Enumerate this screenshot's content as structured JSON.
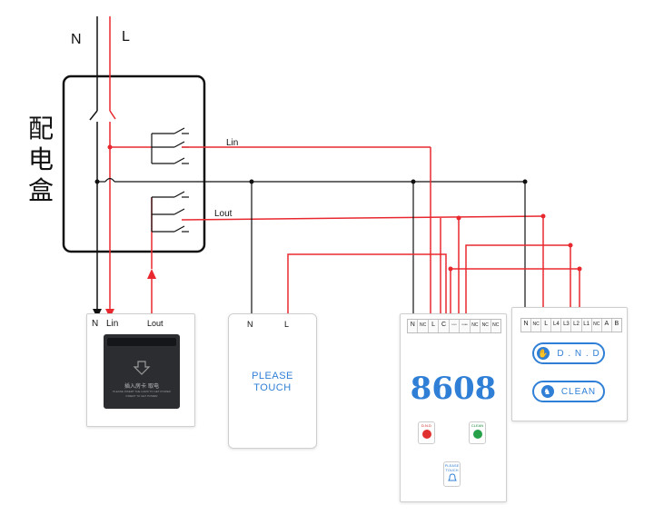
{
  "colors": {
    "live": "#e8282e",
    "neutral": "#111111",
    "accent": "#2f7fd6"
  },
  "panel": {
    "title_chars": [
      "配",
      "电",
      "盒"
    ],
    "supply_n": "N",
    "supply_l": "L",
    "lin_label": "Lin",
    "lout_label": "Lout"
  },
  "card_switch": {
    "n_label": "N",
    "lin_label": "Lin",
    "lout_label": "Lout",
    "slot_text_1": "插入房卡 取电",
    "slot_text_2": "PLEASE INSERT THE CARD TO GET POWER",
    "slot_text_3": "INSERT TO GET POWER"
  },
  "touch_switch": {
    "n_label": "N",
    "l_label": "L",
    "text_line1": "PLEASE",
    "text_line2": "TOUCH"
  },
  "panel_8608": {
    "terminals": [
      "N",
      "NC",
      "L",
      "C",
      "D.N.D",
      "CLEAN",
      "NC",
      "NC",
      "NC"
    ],
    "model": "8608",
    "dnd_caption": "D.N.D",
    "clean_caption": "CLEAN",
    "touch_caption_1": "PLEASE",
    "touch_caption_2": "TOUCH"
  },
  "doorplate": {
    "terminals": [
      "N",
      "NC",
      "L",
      "L4",
      "L3",
      "L2",
      "L1",
      "NC",
      "A",
      "B"
    ],
    "dnd_label": "D . N . D",
    "clean_label": "CLEAN"
  }
}
